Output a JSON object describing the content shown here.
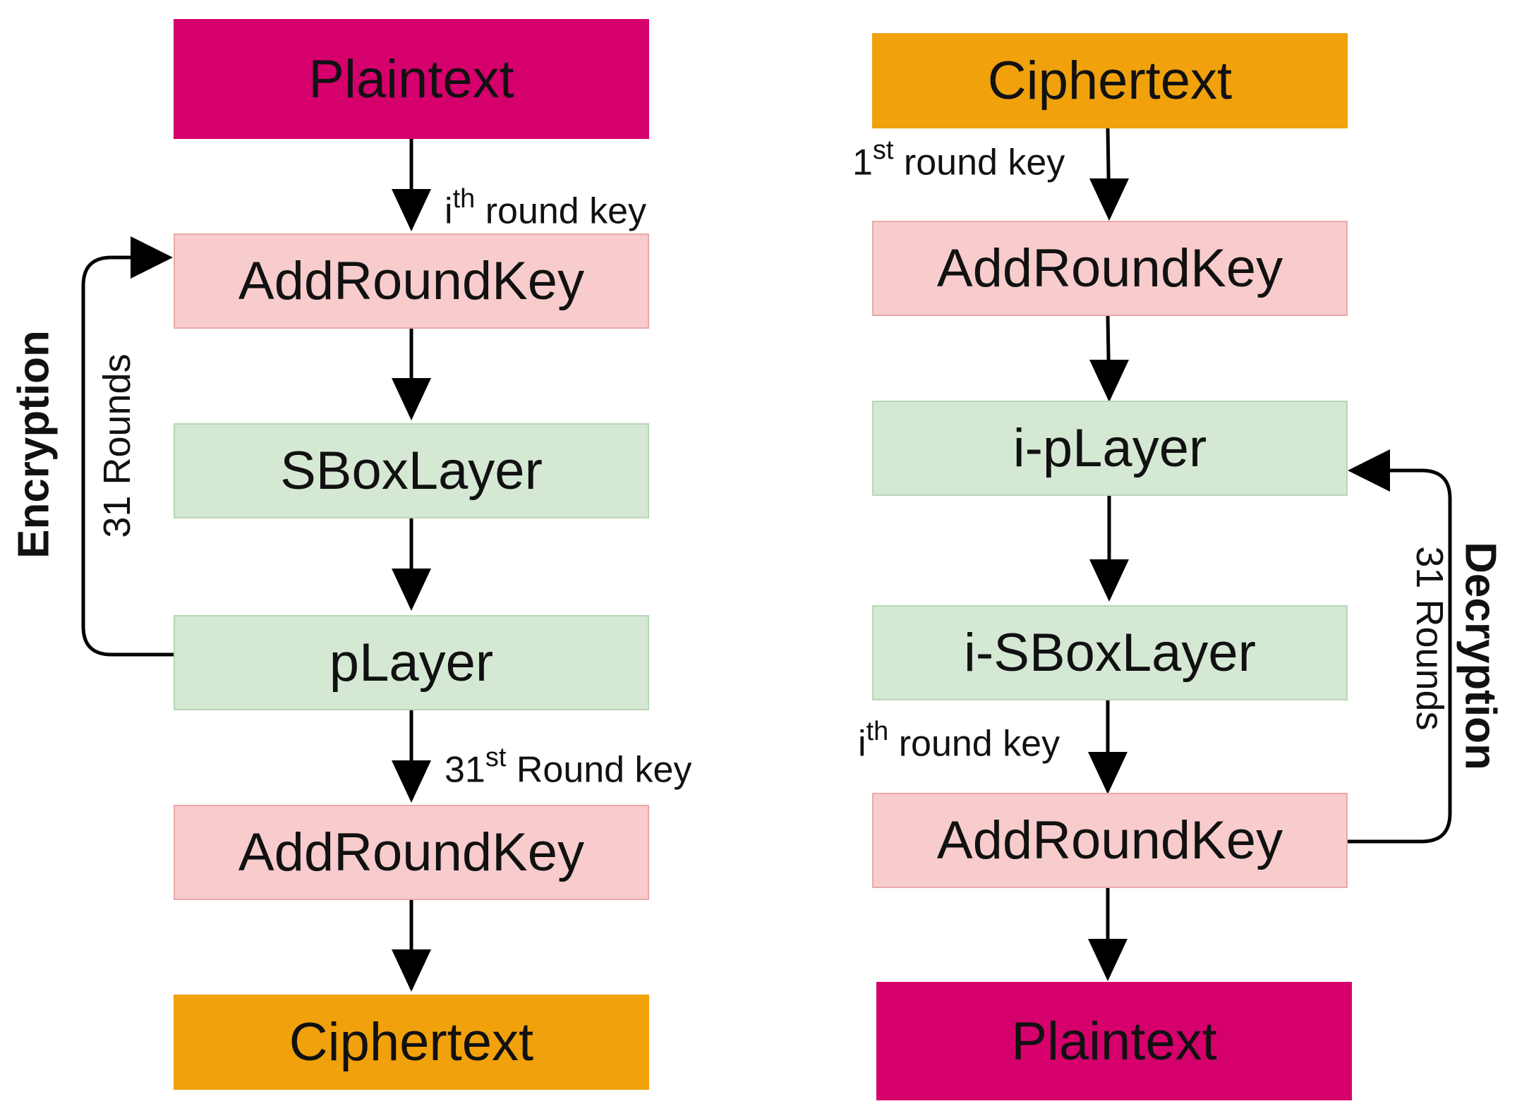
{
  "colors": {
    "plaintext": "#d6006d",
    "ciphertext": "#f0a10c",
    "addroundkey": "#f8cccc",
    "layer": "#d5e8d4",
    "border_pink": "#e8a9a9",
    "border_green": "#b9d6b6",
    "arrow": "#000000"
  },
  "encryption": {
    "title": "Encryption",
    "rounds": "31 Rounds",
    "plaintext": "Plaintext",
    "add_round_key_1": "AddRoundKey",
    "sbox": "SBoxLayer",
    "player": "pLayer",
    "add_round_key_2": "AddRoundKey",
    "ciphertext": "Ciphertext",
    "key1": {
      "base": "i",
      "sup": "th",
      "rest": " round key"
    },
    "key2": {
      "base": "31",
      "sup": "st",
      "rest": " Round key"
    }
  },
  "decryption": {
    "title": "Decryption",
    "rounds": "31 Rounds",
    "ciphertext": "Ciphertext",
    "add_round_key_1": "AddRoundKey",
    "i_player": "i-pLayer",
    "i_sbox": "i-SBoxLayer",
    "add_round_key_2": "AddRoundKey",
    "plaintext": "Plaintext",
    "key1": {
      "base": "1",
      "sup": "st",
      "rest": " round key"
    },
    "key2": {
      "base": "i",
      "sup": "th",
      "rest": " round key"
    }
  }
}
